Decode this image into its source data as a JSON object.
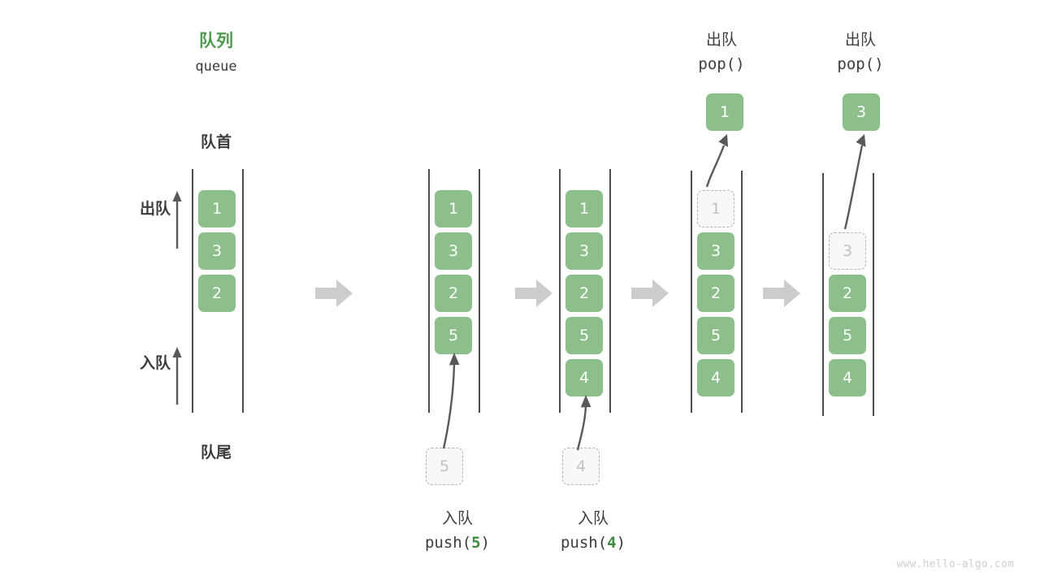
{
  "diagram": {
    "title_cn": "队列",
    "title_en": "queue",
    "head_label": "队首",
    "tail_label": "队尾",
    "dequeue_label": "出队",
    "enqueue_label": "入队",
    "watermark": "www.hello-algo.com",
    "colors": {
      "cell_fill": "#8cbf8c",
      "cell_text": "#ffffff",
      "ghost_fill": "#f8f8f8",
      "ghost_border": "#b4b4b4",
      "ghost_text": "#c2c2c2",
      "title_green": "#4e9a4e",
      "rail": "#4d4d4d",
      "arrow_grey": "#cccccc",
      "motion_arrow": "#595959",
      "text": "#3c3c3c",
      "watermark": "#cfcfcf"
    }
  },
  "stages": [
    {
      "id": "initial",
      "cells": [
        "1",
        "3",
        "2"
      ],
      "ghost_index": null,
      "op_cn": null,
      "op_code": null,
      "op_arg": null,
      "popped_value": null
    },
    {
      "id": "push-5",
      "cells": [
        "1",
        "3",
        "2",
        "5"
      ],
      "ghost_index": null,
      "op_cn": "入队",
      "op_code_prefix": "push(",
      "op_arg": "5",
      "op_code_suffix": ")",
      "incoming_value": "5",
      "popped_value": null
    },
    {
      "id": "push-4",
      "cells": [
        "1",
        "3",
        "2",
        "5",
        "4"
      ],
      "ghost_index": null,
      "op_cn": "入队",
      "op_code_prefix": "push(",
      "op_arg": "4",
      "op_code_suffix": ")",
      "incoming_value": "4",
      "popped_value": null
    },
    {
      "id": "pop-1",
      "cells": [
        "1",
        "3",
        "2",
        "5",
        "4"
      ],
      "ghost_index": 0,
      "op_cn": "出队",
      "op_code_prefix": "pop(",
      "op_arg": "",
      "op_code_suffix": ")",
      "popped_value": "1"
    },
    {
      "id": "pop-3",
      "cells": [
        "3",
        "2",
        "5",
        "4"
      ],
      "ghost_index": 0,
      "op_cn": "出队",
      "op_code_prefix": "pop(",
      "op_arg": "",
      "op_code_suffix": ")",
      "popped_value": "3"
    }
  ]
}
